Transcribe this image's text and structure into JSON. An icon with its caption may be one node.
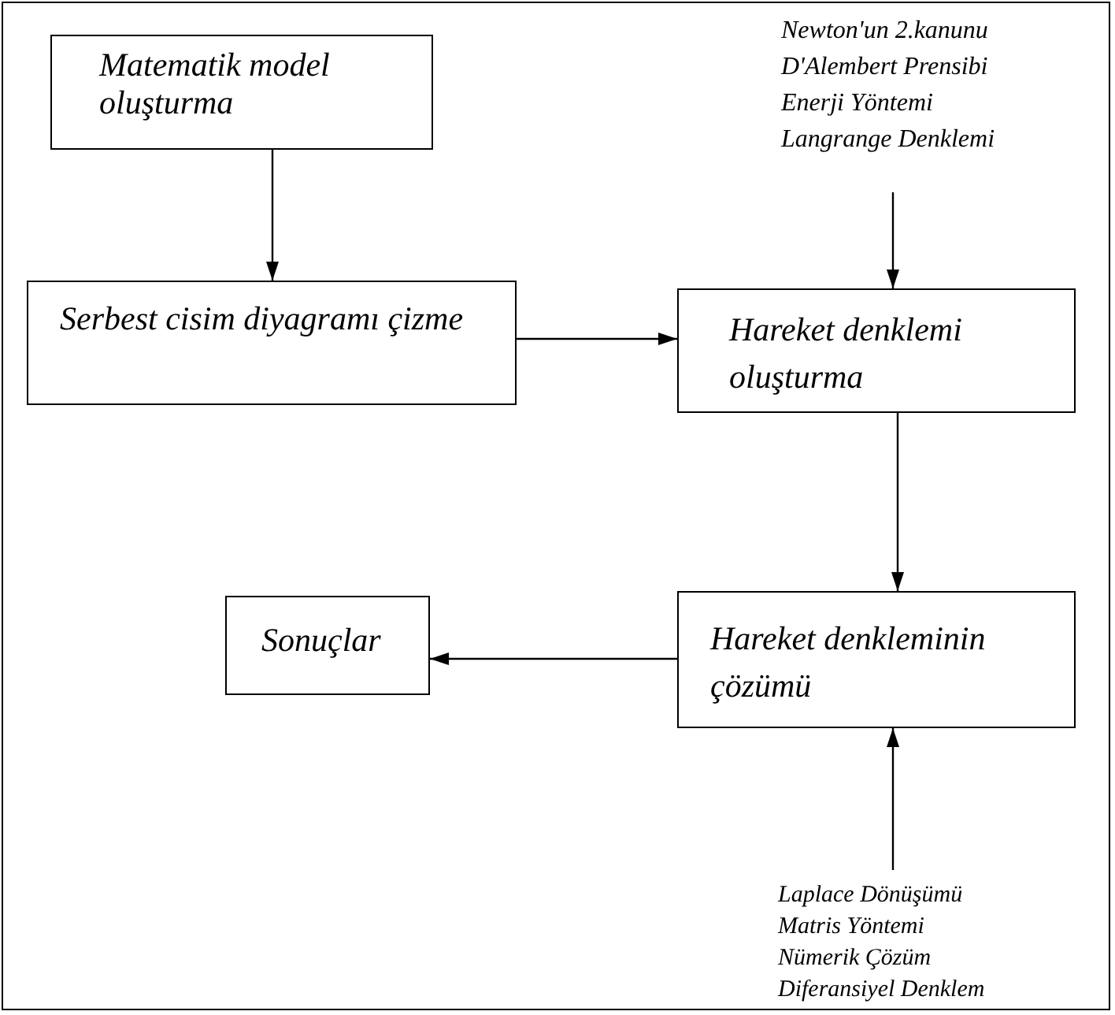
{
  "diagram": {
    "nodes": [
      {
        "text": [
          "Matematik model oluşturma"
        ]
      },
      {
        "text": [
          "Serbest cisim diyagramı çizme"
        ]
      },
      {
        "text": [
          "Hareket denklemi oluşturma"
        ]
      },
      {
        "text": [
          "Hareket denkleminin çözümü"
        ]
      },
      {
        "text": [
          "Sonuçlar"
        ]
      },
      {
        "text": [
          "Newton'un 2.kanunu",
          "D'Alembert Prensibi",
          "Enerji Yöntemi",
          "Langrange Denklemi"
        ]
      },
      {
        "text": [
          "Laplace Dönüşümü",
          "Matris Yöntemi",
          "Nümerik Çözüm",
          "Diferansiyel Denklem"
        ]
      }
    ],
    "edges": [
      {
        "from": 0,
        "to": 1,
        "arrow": "to"
      },
      {
        "from": 1,
        "to": 2,
        "arrow": "to"
      },
      {
        "from": 5,
        "to": 2,
        "arrow": "to"
      },
      {
        "from": 2,
        "to": 3,
        "arrow": "to"
      },
      {
        "from": 3,
        "to": 4,
        "arrow": "to"
      },
      {
        "from": 6,
        "to": 3,
        "arrow": "to"
      }
    ]
  }
}
